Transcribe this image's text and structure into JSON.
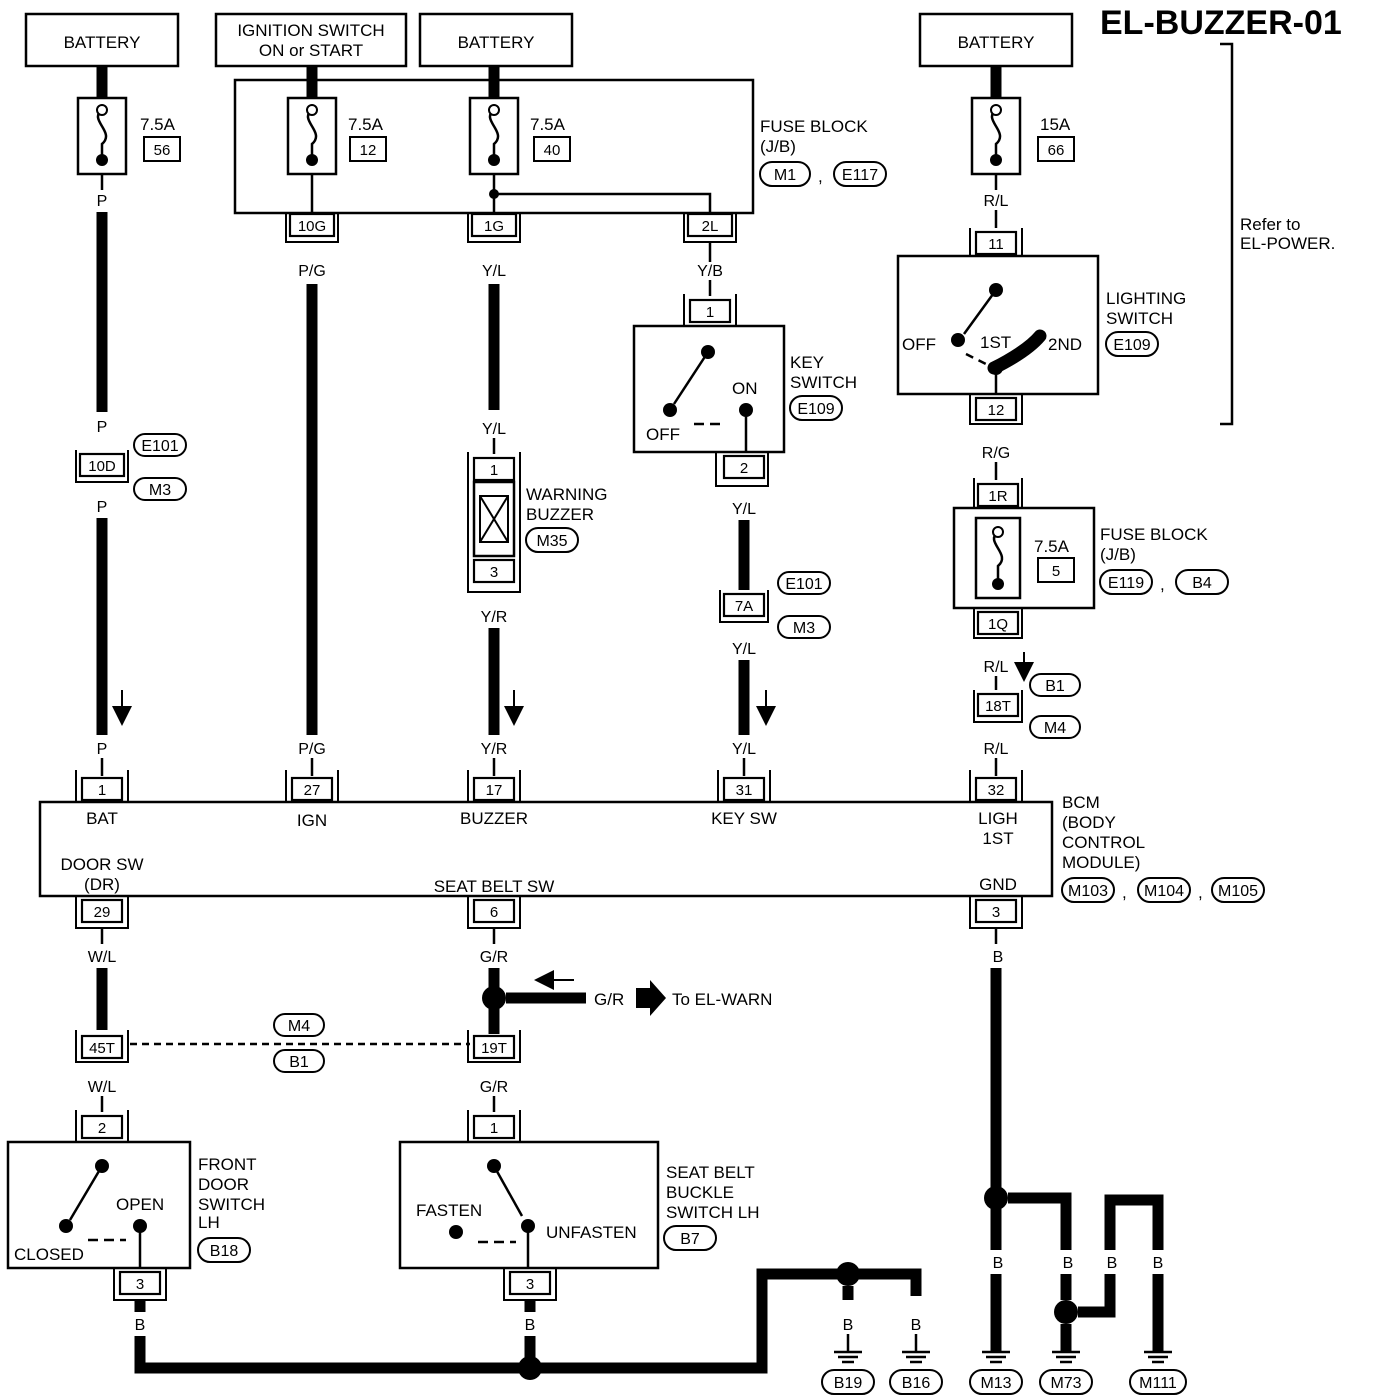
{
  "title": "EL-BUZZER-01",
  "power": {
    "battery_1": "BATTERY",
    "ignition_line1": "IGNITION SWITCH",
    "ignition_line2": "ON or START",
    "battery_2": "BATTERY",
    "battery_3": "BATTERY"
  },
  "fuses": {
    "f56": {
      "amp": "7.5A",
      "num": "56"
    },
    "f12": {
      "amp": "7.5A",
      "num": "12"
    },
    "f40": {
      "amp": "7.5A",
      "num": "40"
    },
    "f66": {
      "amp": "15A",
      "num": "66"
    },
    "f5": {
      "amp": "7.5A",
      "num": "5"
    }
  },
  "fuse_block_main": {
    "line1": "FUSE BLOCK",
    "line2": "(J/B)",
    "conn1": "M1",
    "sep": ",",
    "conn2": "E117"
  },
  "fuse_block_lower": {
    "line1": "FUSE BLOCK",
    "line2": "(J/B)",
    "conn1": "E119",
    "sep": ",",
    "conn2": "B4"
  },
  "refer": {
    "line1": "Refer to",
    "line2": "EL-POWER."
  },
  "lighting_switch": {
    "line1": "LIGHTING",
    "line2": "SWITCH",
    "conn": "E109",
    "off": "OFF",
    "first": "1ST",
    "second": "2ND",
    "pin_top": "11",
    "pin_bottom": "12"
  },
  "key_switch": {
    "line1": "KEY",
    "line2": "SWITCH",
    "conn": "E109",
    "off": "OFF",
    "on": "ON",
    "pin_top": "1",
    "pin_bottom": "2"
  },
  "warning_buzzer": {
    "line1": "WARNING",
    "line2": "BUZZER",
    "conn": "M35",
    "pin_top": "1",
    "pin_bottom": "3"
  },
  "pins": {
    "p10g": "10G",
    "p1g": "1G",
    "p2l": "2L",
    "p10d": "10D",
    "p7a": "7A",
    "p1r": "1R",
    "p1q": "1Q",
    "p18t": "18T",
    "p45t": "45T",
    "p19t": "19T"
  },
  "wires": {
    "p": "P",
    "pg": "P/G",
    "yl": "Y/L",
    "yb": "Y/B",
    "yr": "Y/R",
    "rl": "R/L",
    "rg": "R/G",
    "wl": "W/L",
    "gr": "G/R",
    "b": "B"
  },
  "inline_conns": {
    "e101": "E101",
    "m3": "M3",
    "b1": "B1",
    "m4": "M4"
  },
  "bcm": {
    "name_line1": "BCM",
    "name_line2": "(BODY",
    "name_line3": "CONTROL",
    "name_line4": "MODULE)",
    "conn1": "M103",
    "conn2": "M104",
    "conn3": "M105",
    "sep": ",",
    "top_pins": [
      {
        "pin": "1",
        "label": "BAT"
      },
      {
        "pin": "27",
        "label": "IGN"
      },
      {
        "pin": "17",
        "label": "BUZZER"
      },
      {
        "pin": "31",
        "label": "KEY SW"
      },
      {
        "pin": "32",
        "label": "LIGH",
        "label2": "1ST"
      }
    ],
    "bottom_pins": [
      {
        "pin": "29",
        "label": "DOOR SW",
        "label2": "(DR)"
      },
      {
        "pin": "6",
        "label": "SEAT BELT SW"
      },
      {
        "pin": "3",
        "label": "GND"
      }
    ]
  },
  "to_el_warn": {
    "wire": "G/R",
    "text": "To EL-WARN"
  },
  "front_door_switch": {
    "line1": "FRONT",
    "line2": "DOOR",
    "line3": "SWITCH",
    "line4": "LH",
    "conn": "B18",
    "open": "OPEN",
    "closed": "CLOSED",
    "pin_top": "2",
    "pin_bottom": "3"
  },
  "seat_belt_switch": {
    "line1": "SEAT BELT",
    "line2": "BUCKLE",
    "line3": "SWITCH LH",
    "conn": "B7",
    "fasten": "FASTEN",
    "unfasten": "UNFASTEN",
    "pin_top": "1",
    "pin_bottom": "3"
  },
  "grounds": [
    "B19",
    "B16",
    "M13",
    "M73",
    "M111"
  ]
}
